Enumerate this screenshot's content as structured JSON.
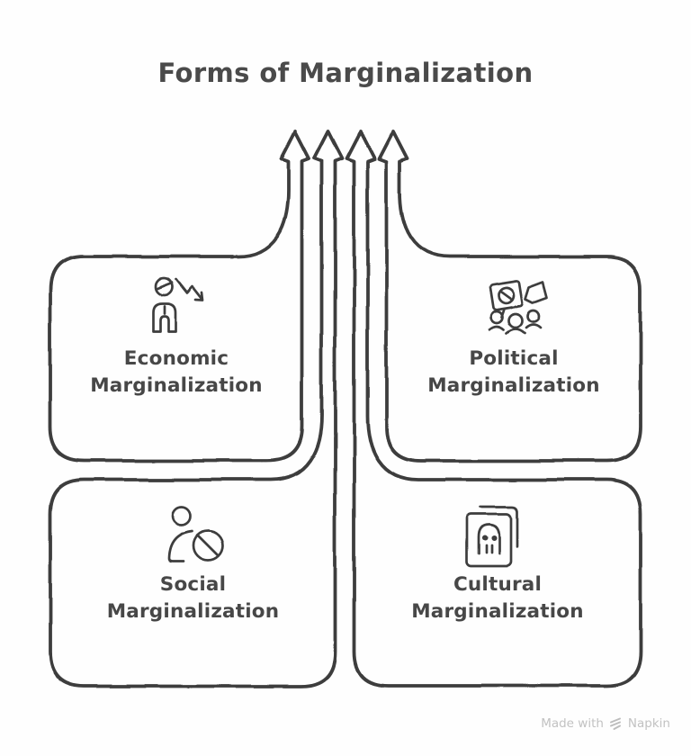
{
  "title": "Forms of Marginalization",
  "diagram": {
    "type": "merge-flow",
    "arrow_count": 4,
    "nodes": [
      {
        "id": "economic",
        "label": "Economic\nMarginalization",
        "icon": "declining-person-icon",
        "position": "top-left"
      },
      {
        "id": "political",
        "label": "Political\nMarginalization",
        "icon": "protest-crowd-icon",
        "position": "top-right"
      },
      {
        "id": "social",
        "label": "Social\nMarginalization",
        "icon": "excluded-person-icon",
        "position": "bottom-left"
      },
      {
        "id": "cultural",
        "label": "Cultural\nMarginalization",
        "icon": "mask-portrait-icon",
        "position": "bottom-right"
      }
    ]
  },
  "colors": {
    "background": "#fefefe",
    "stroke": "#3d3d3d",
    "text": "#474747",
    "title_text": "#4a4a4a",
    "watermark": "#c2c2c2"
  },
  "watermark": {
    "prefix": "Made with",
    "brand": "Napkin",
    "logo_icon": "napkin-logo-icon"
  }
}
